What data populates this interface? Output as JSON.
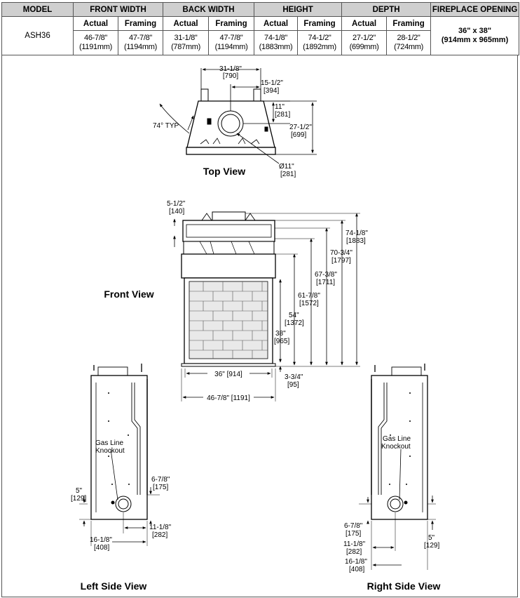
{
  "table": {
    "headers": {
      "model": "MODEL",
      "front_width": "FRONT WIDTH",
      "back_width": "BACK WIDTH",
      "height": "HEIGHT",
      "depth": "DEPTH",
      "fireplace_opening": "FIREPLACE OPENING"
    },
    "subheaders": [
      "Actual",
      "Framing",
      "Actual",
      "Framing",
      "Actual",
      "Framing",
      "Actual",
      "Framing"
    ],
    "row": {
      "model": "ASH36",
      "front_width_actual": [
        "46-7/8\"",
        "(1191mm)"
      ],
      "front_width_framing": [
        "47-7/8\"",
        "(1194mm)"
      ],
      "back_width_actual": [
        "31-1/8\"",
        "(787mm)"
      ],
      "back_width_framing": [
        "47-7/8\"",
        "(1194mm)"
      ],
      "height_actual": [
        "74-1/8\"",
        "(1883mm)"
      ],
      "height_framing": [
        "74-1/2\"",
        "(1892mm)"
      ],
      "depth_actual": [
        "27-1/2\"",
        "(699mm)"
      ],
      "depth_framing": [
        "28-1/2\"",
        "(724mm)"
      ],
      "fireplace_opening": [
        "36\" x 38\"",
        "(914mm x 965mm)"
      ]
    }
  },
  "views": {
    "top": {
      "label": "Top View",
      "dims": {
        "width_in": "31-1/8\"",
        "width_mm": "[790]",
        "offset_in": "15-1/2\"",
        "offset_mm": "[394]",
        "flue_offset_in": "11\"",
        "flue_offset_mm": "[281]",
        "depth_in": "27-1/2\"",
        "depth_mm": "[699]",
        "angle": "74° TYP",
        "flue_dia_in": "Ø11\"",
        "flue_dia_mm": "[281]"
      }
    },
    "front": {
      "label": "Front View",
      "dims": {
        "top_in": "5-1/2\"",
        "top_mm": "[140]",
        "h1_in": "74-1/8\"",
        "h1_mm": "[1883]",
        "h2_in": "70-3/4\"",
        "h2_mm": "[1797]",
        "h3_in": "67-3/8\"",
        "h3_mm": "[1711]",
        "h4_in": "61-7/8\"",
        "h4_mm": "[1572]",
        "h5_in": "54\"",
        "h5_mm": "[1372]",
        "opening_h_in": "38\"",
        "opening_h_mm": "[965]",
        "base_in": "3-3/4\"",
        "base_mm": "[95]",
        "opening_w": "36\" [914]",
        "overall_w": "46-7/8\" [1191]"
      }
    },
    "left": {
      "label": "Left Side View",
      "gas_line_1": "Gas Line",
      "gas_line_2": "Knockout",
      "dims": {
        "a_in": "6-7/8\"",
        "a_mm": "[175]",
        "b_in": "5\"",
        "b_mm": "[129]",
        "c_in": "11-1/8\"",
        "c_mm": "[282]",
        "d_in": "16-1/8\"",
        "d_mm": "[408]"
      }
    },
    "right": {
      "label": "Right Side View",
      "gas_line_1": "Gas Line",
      "gas_line_2": "Knockout",
      "dims": {
        "a_in": "6-7/8\"",
        "a_mm": "[175]",
        "b_in": "5\"",
        "b_mm": "[129]",
        "c_in": "11-1/8\"",
        "c_mm": "[282]",
        "d_in": "16-1/8\"",
        "d_mm": "[408]"
      }
    }
  }
}
